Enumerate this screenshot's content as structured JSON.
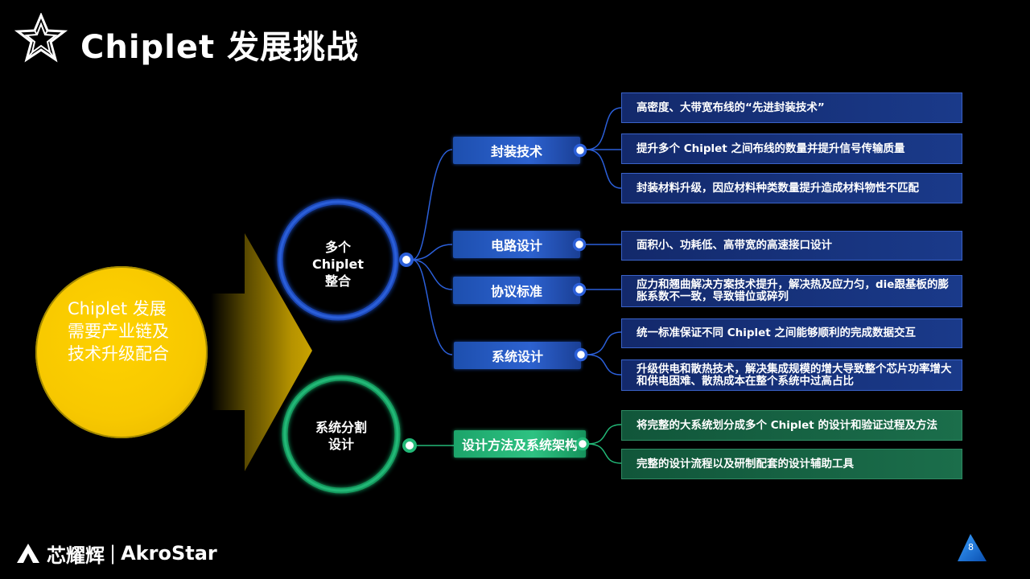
{
  "title": "Chiplet 发展挑战",
  "center": {
    "text": "Chiplet 发展需要产业链及技术升级配合"
  },
  "rings": {
    "integration": {
      "line1": "多个",
      "line2": "Chiplet",
      "line3": "整合"
    },
    "partition": {
      "line1": "系统分割",
      "line2": "设计"
    }
  },
  "categories": {
    "packaging": "封装技术",
    "circuit": "电路设计",
    "protocol": "协议标准",
    "system": "系统设计",
    "method": "设计方法及系统架构"
  },
  "details": {
    "packaging": [
      "高密度、大带宽布线的“先进封装技术”",
      "提升多个 Chiplet 之间布线的数量并提升信号传输质量",
      "封装材料升级，因应材料种类数量提升造成材料物性不匹配"
    ],
    "circuit": [
      "面积小、功耗低、高带宽的高速接口设计"
    ],
    "protocol": [
      "应力和翘曲解决方案技术提升，解决热及应力匀，die跟基板的膨胀系数不一致，导致错位或碎列"
    ],
    "system": [
      "统一标准保证不同 Chiplet 之间能够顺利的完成数据交互",
      "升级供电和散热技术，解决集成规模的增大导致整个芯片功率增大和供电困难、散热成本在整个系统中过高占比"
    ],
    "method": [
      "将完整的大系统划分成多个 Chiplet 的设计和验证过程及方法",
      "完整的设计流程以及研制配套的设计辅助工具"
    ]
  },
  "footer": {
    "brand_cn": "芯耀辉",
    "separator": "|",
    "brand_en": "AkroStar",
    "page": "8"
  },
  "colors": {
    "yellow": "#f7c800",
    "blue": "#2d62d0",
    "green": "#2ec282",
    "ring_blue": "#2b5fd9",
    "ring_green": "#22b877"
  }
}
